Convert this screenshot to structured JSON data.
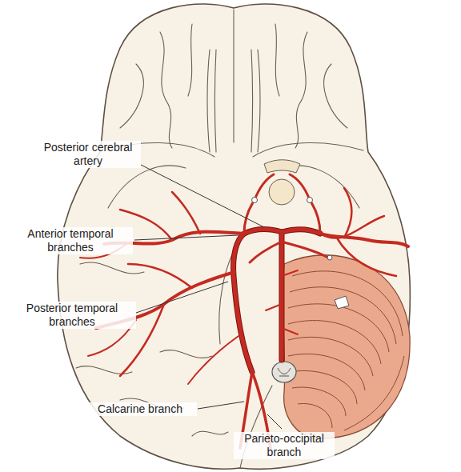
{
  "diagram": {
    "labels": [
      "Posterior cerebral artery",
      "Anterior temporal branches",
      "Posterior temporal branches",
      "Calcarine branch",
      "Parieto-occipital branch"
    ]
  }
}
